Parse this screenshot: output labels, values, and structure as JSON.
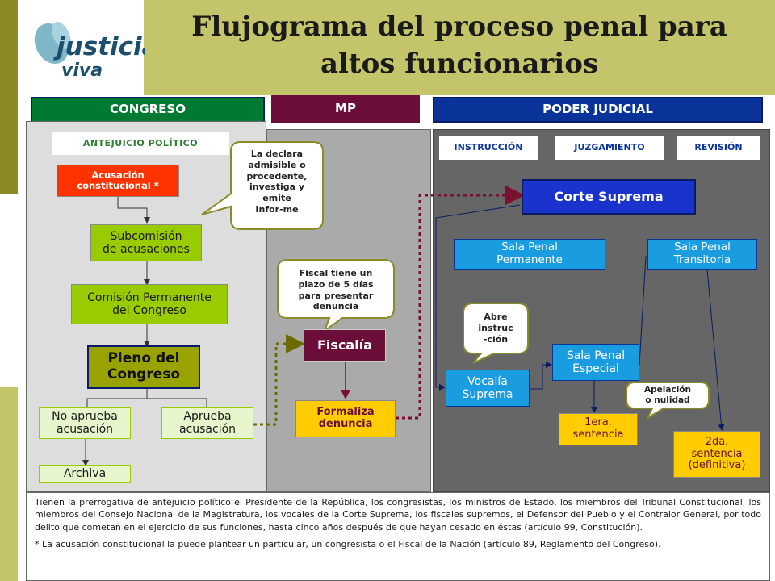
{
  "header": {
    "title_line1": "Flujograma del proceso penal para",
    "title_line2": "altos funcionarios",
    "logo_text_1": "justicia",
    "logo_text_2": "viva"
  },
  "sections": {
    "congreso": "CONGRESO",
    "mp": "MP",
    "poder_judicial": "PODER JUDICIAL"
  },
  "subsections": {
    "antejuicio": "ANTEJUICIO POLÍTICO",
    "instruccion": "INSTRUCCIÓN",
    "juzgamiento": "JUZGAMIENTO",
    "revision": "REVISIÓN"
  },
  "nodes": {
    "acusacion_l1": "Acusación",
    "acusacion_l2": "constitucional *",
    "subcomision_l1": "Subcomisión",
    "subcomision_l2": "de acusaciones",
    "comision_l1": "Comisión Permanente",
    "comision_l2": "del Congreso",
    "pleno_l1": "Pleno del",
    "pleno_l2": "Congreso",
    "no_aprueba_l1": "No aprueba",
    "no_aprueba_l2": "acusación",
    "aprueba_l1": "Aprueba",
    "aprueba_l2": "acusación",
    "archiva": "Archiva",
    "fiscalia": "Fiscalía",
    "formaliza_l1": "Formaliza",
    "formaliza_l2": "denuncia",
    "corte_suprema": "Corte Suprema",
    "sala_permanente_l1": "Sala Penal",
    "sala_permanente_l2": "Permanente",
    "sala_transitoria_l1": "Sala Penal",
    "sala_transitoria_l2": "Transitoria",
    "vocalia_l1": "Vocalía",
    "vocalia_l2": "Suprema",
    "sala_especial_l1": "Sala Penal",
    "sala_especial_l2": "Especial",
    "primera_l1": "1era.",
    "primera_l2": "sentencia",
    "segunda_l1": "2da.",
    "segunda_l2": "sentencia",
    "segunda_l3": "(definitiva)"
  },
  "callouts": {
    "declara": [
      "La declara",
      "admisible o",
      "procedente,",
      "investiga y",
      "emite",
      "Infor-me"
    ],
    "fiscal": [
      "Fiscal tiene un",
      "plazo de 5 días",
      "para presentar",
      "denuncia"
    ],
    "abre": [
      "Abre",
      "instruc",
      "-ción"
    ],
    "apelacion": [
      "Apelación",
      "o nulidad"
    ]
  },
  "footer": {
    "paragraph": "Tienen la prerrogativa de antejuicio político el Presidente de la República, los congresistas, los ministros de Estado, los miembros del Tribunal Constitucional, los miembros del Consejo Nacional de la Magistratura, los vocales de la Corte Suprema, los fiscales supremos, el Defensor del Pueblo y el Contralor General, por todo delito que cometan en el ejercicio de sus funciones, hasta cinco años después de que hayan cesado en éstas (artículo 99, Constitución).",
    "note": "* La acusación constitucional la puede plantear un particular, un congresista o el Fiscal de la Nación (artículo 89, Reglamento del Congreso)."
  },
  "colors": {
    "olive": "#c4c46a",
    "olive_dark": "#8a8a26",
    "congreso_green": "#007a33",
    "mp_maroon": "#6b0f3a",
    "judicial_blue": "#0a3399",
    "node_green": "#99cc00",
    "node_light_green": "#e6f5cc",
    "node_olive": "#99a300",
    "acusacion_red": "#ff3300",
    "fiscalia_maroon": "#6b0f3a",
    "formaliza_yellow": "#ffcc00",
    "corte_blue": "#1a33cc",
    "sala_blue": "#1a9ce0"
  }
}
